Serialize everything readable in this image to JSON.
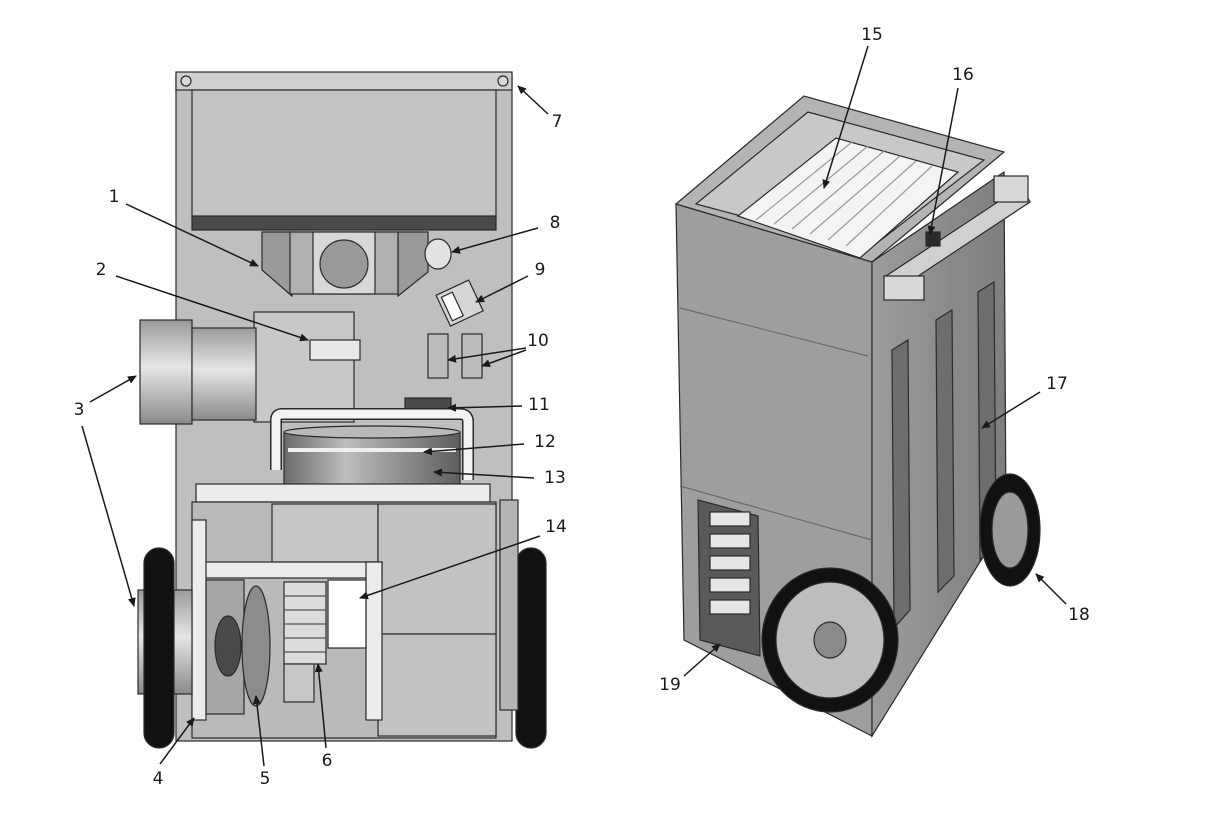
{
  "callouts": [
    {
      "id": "c1",
      "text": "1"
    },
    {
      "id": "c2",
      "text": "2"
    },
    {
      "id": "c3",
      "text": "3"
    },
    {
      "id": "c4",
      "text": "4"
    },
    {
      "id": "c5",
      "text": "5"
    },
    {
      "id": "c6",
      "text": "6"
    },
    {
      "id": "c7",
      "text": "7"
    },
    {
      "id": "c8",
      "text": "8"
    },
    {
      "id": "c9",
      "text": "9"
    },
    {
      "id": "c10",
      "text": "10"
    },
    {
      "id": "c11",
      "text": "11"
    },
    {
      "id": "c12",
      "text": "12"
    },
    {
      "id": "c13",
      "text": "13"
    },
    {
      "id": "c14",
      "text": "14"
    },
    {
      "id": "c15",
      "text": "15"
    },
    {
      "id": "c16",
      "text": "16"
    },
    {
      "id": "c17",
      "text": "17"
    },
    {
      "id": "c18",
      "text": "18"
    },
    {
      "id": "c19",
      "text": "19"
    }
  ],
  "colors": {
    "line": "#2a2a2a",
    "panel": "#bdbdbd",
    "panel_dark": "#8e8e8e",
    "panel_light": "#d9d9d9",
    "tire": "#111111",
    "metal": "#e8e8e8"
  }
}
